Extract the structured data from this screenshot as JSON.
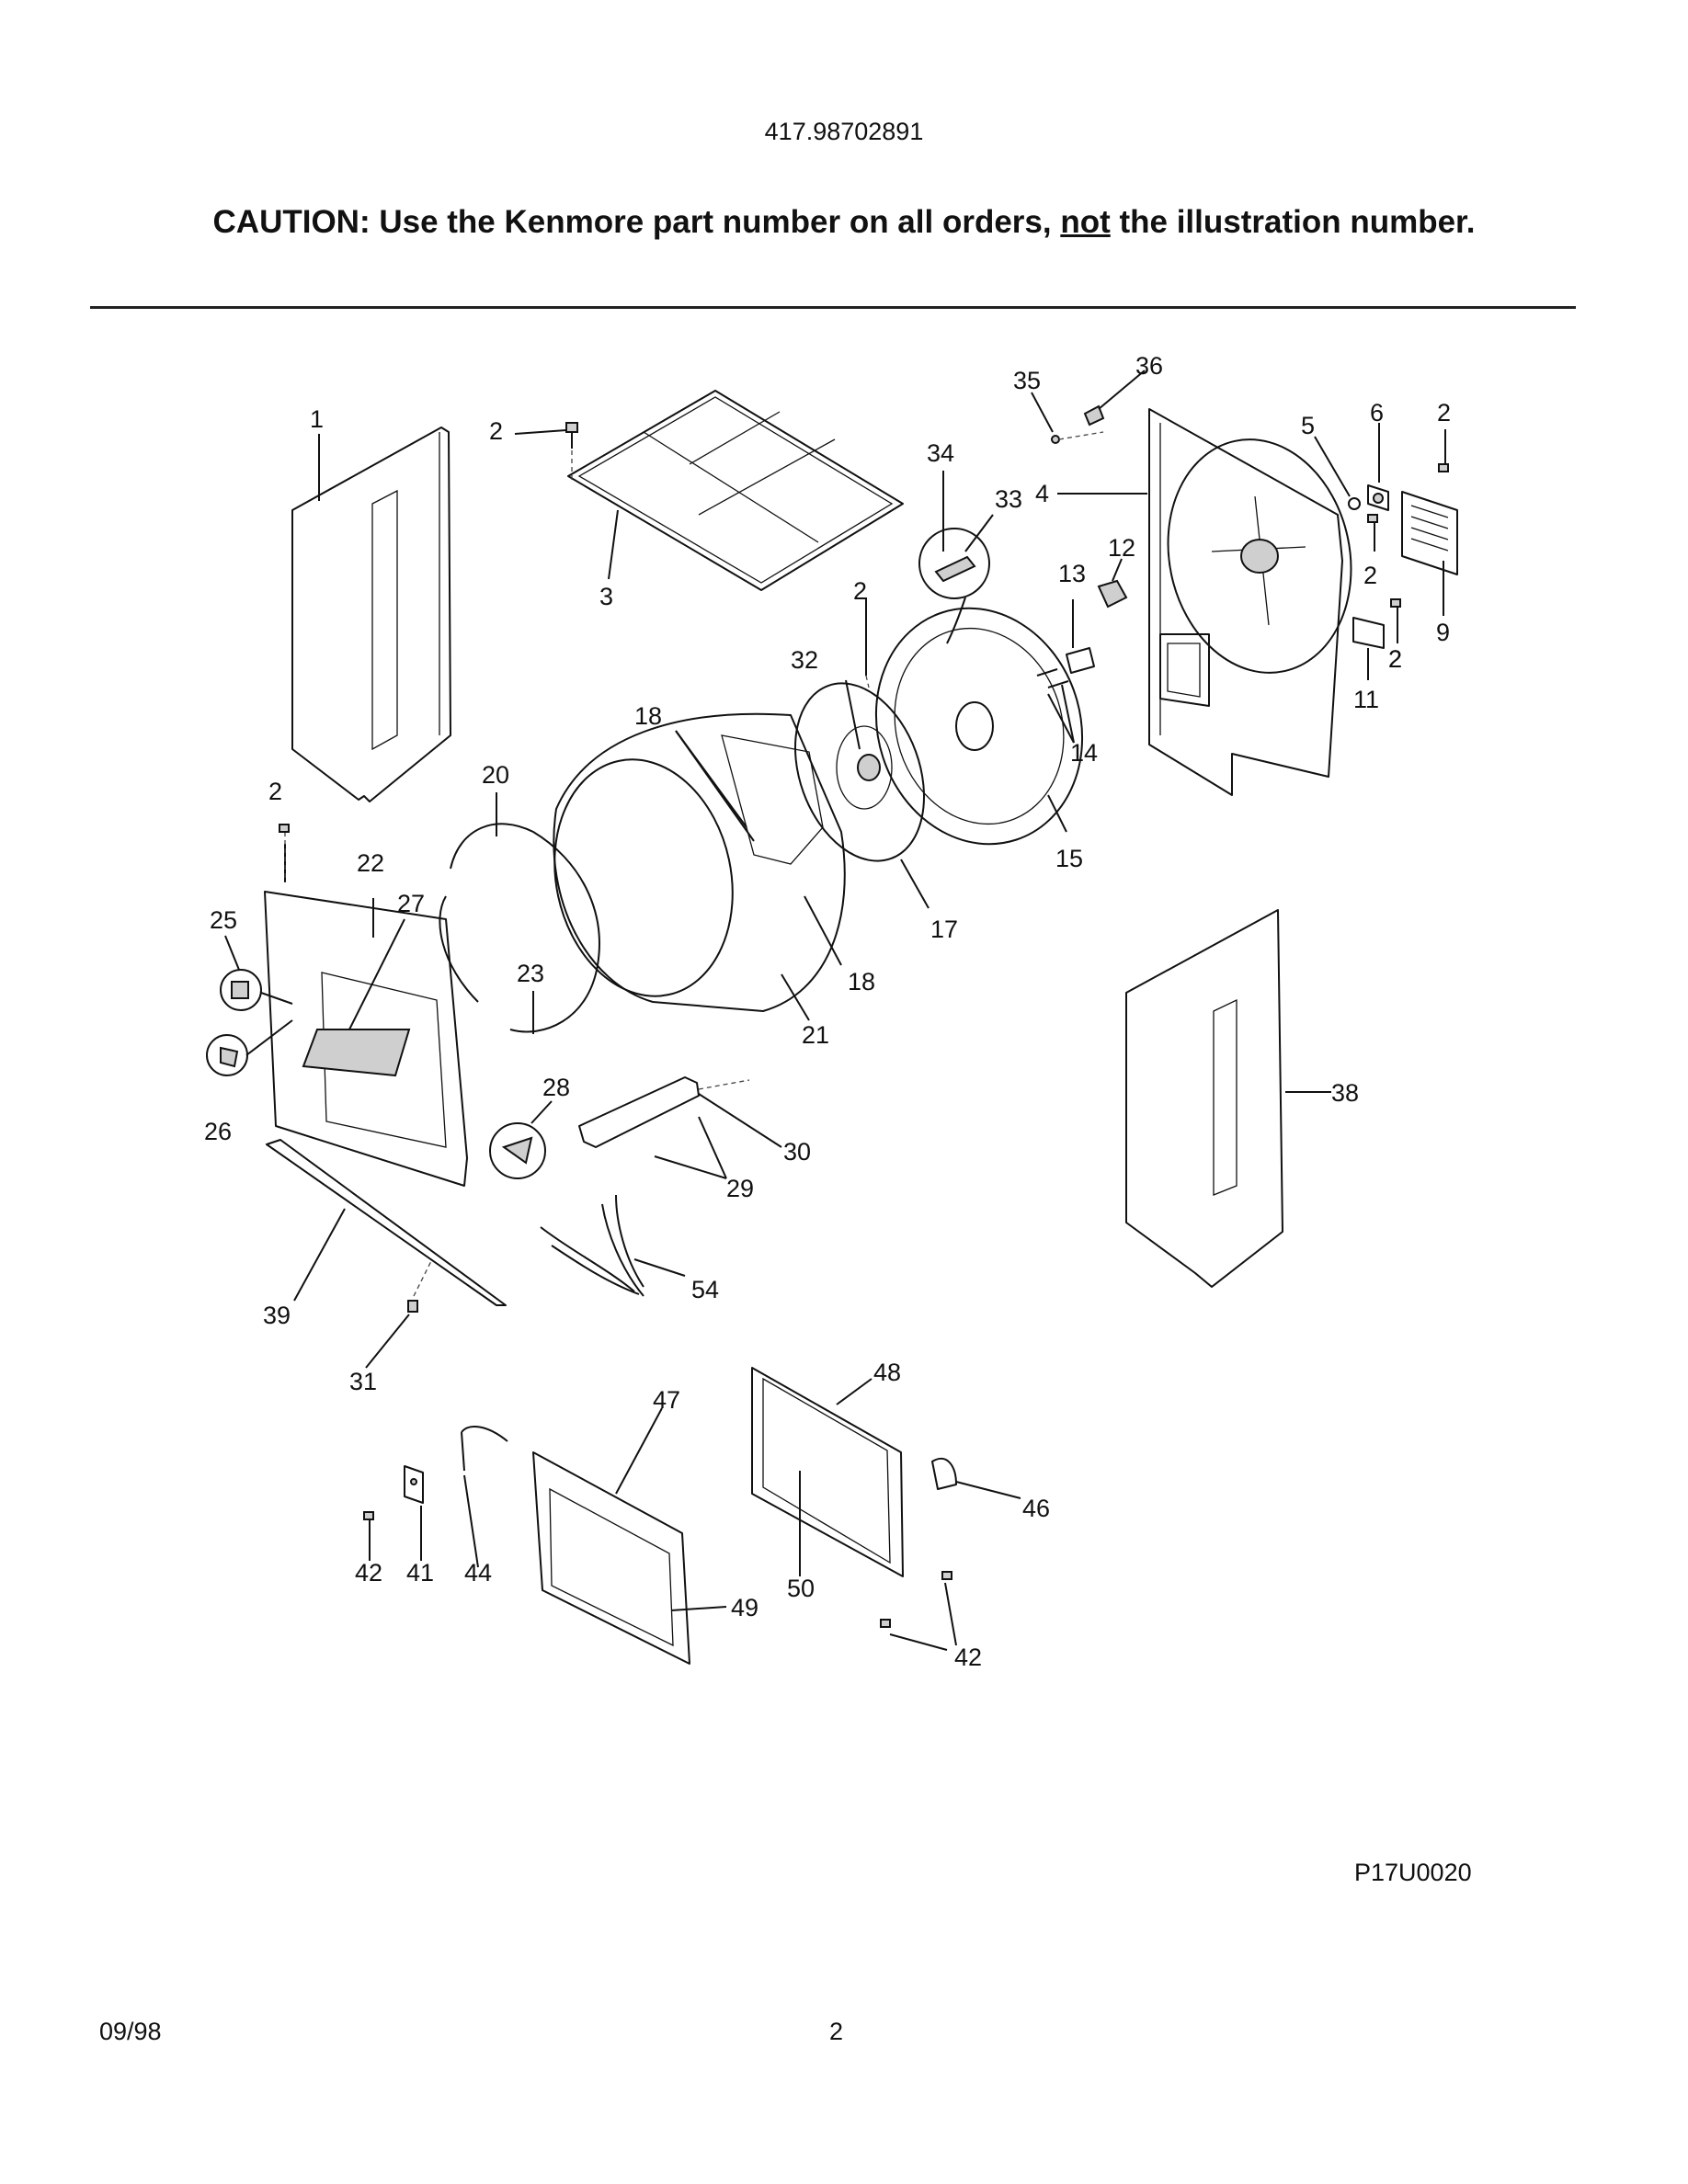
{
  "header": {
    "model_number": "417.98702891",
    "caution_prefix": "CAUTION: Use the Kenmore part number on all orders, ",
    "caution_emphasis": "not",
    "caution_suffix": " the illustration number."
  },
  "diagram": {
    "callouts": [
      "1",
      "2",
      "2",
      "3",
      "34",
      "33",
      "35",
      "36",
      "4",
      "5",
      "6",
      "2",
      "12",
      "13",
      "2",
      "2",
      "9",
      "2",
      "11",
      "32",
      "14",
      "18",
      "15",
      "20",
      "2",
      "22",
      "25",
      "27",
      "17",
      "18",
      "23",
      "21",
      "26",
      "28",
      "30",
      "29",
      "38",
      "39",
      "54",
      "31",
      "48",
      "47",
      "46",
      "42",
      "41",
      "44",
      "49",
      "50",
      "42"
    ]
  },
  "footer": {
    "drawing_code": "P17U0020",
    "date": "09/98",
    "page_number": "2"
  }
}
